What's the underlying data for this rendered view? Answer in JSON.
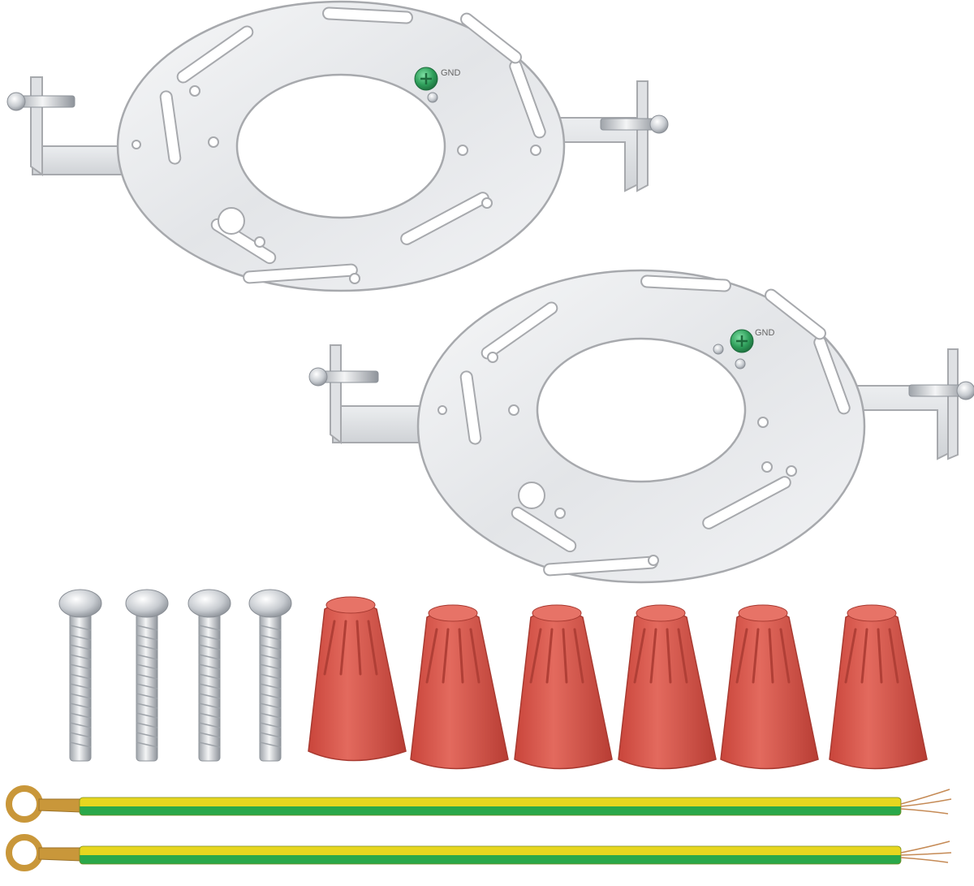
{
  "scene": {
    "background_color": "#ffffff",
    "items": {
      "mounting_plates": {
        "count": 2,
        "finish_color": "#e9eaec",
        "edge_color": "#a7a9ad"
      },
      "ground_screw": {
        "color": "#2e9e5a",
        "label": "GND"
      },
      "machine_screws": {
        "count": 4,
        "color": "#cfd2d6"
      },
      "wire_nuts": {
        "count": 6,
        "color": "#d8554a"
      },
      "ground_wires": {
        "count": 2,
        "stripe_colors": [
          "#2aa84a",
          "#e7d61f"
        ],
        "terminal_color": "#c9973a"
      }
    }
  }
}
